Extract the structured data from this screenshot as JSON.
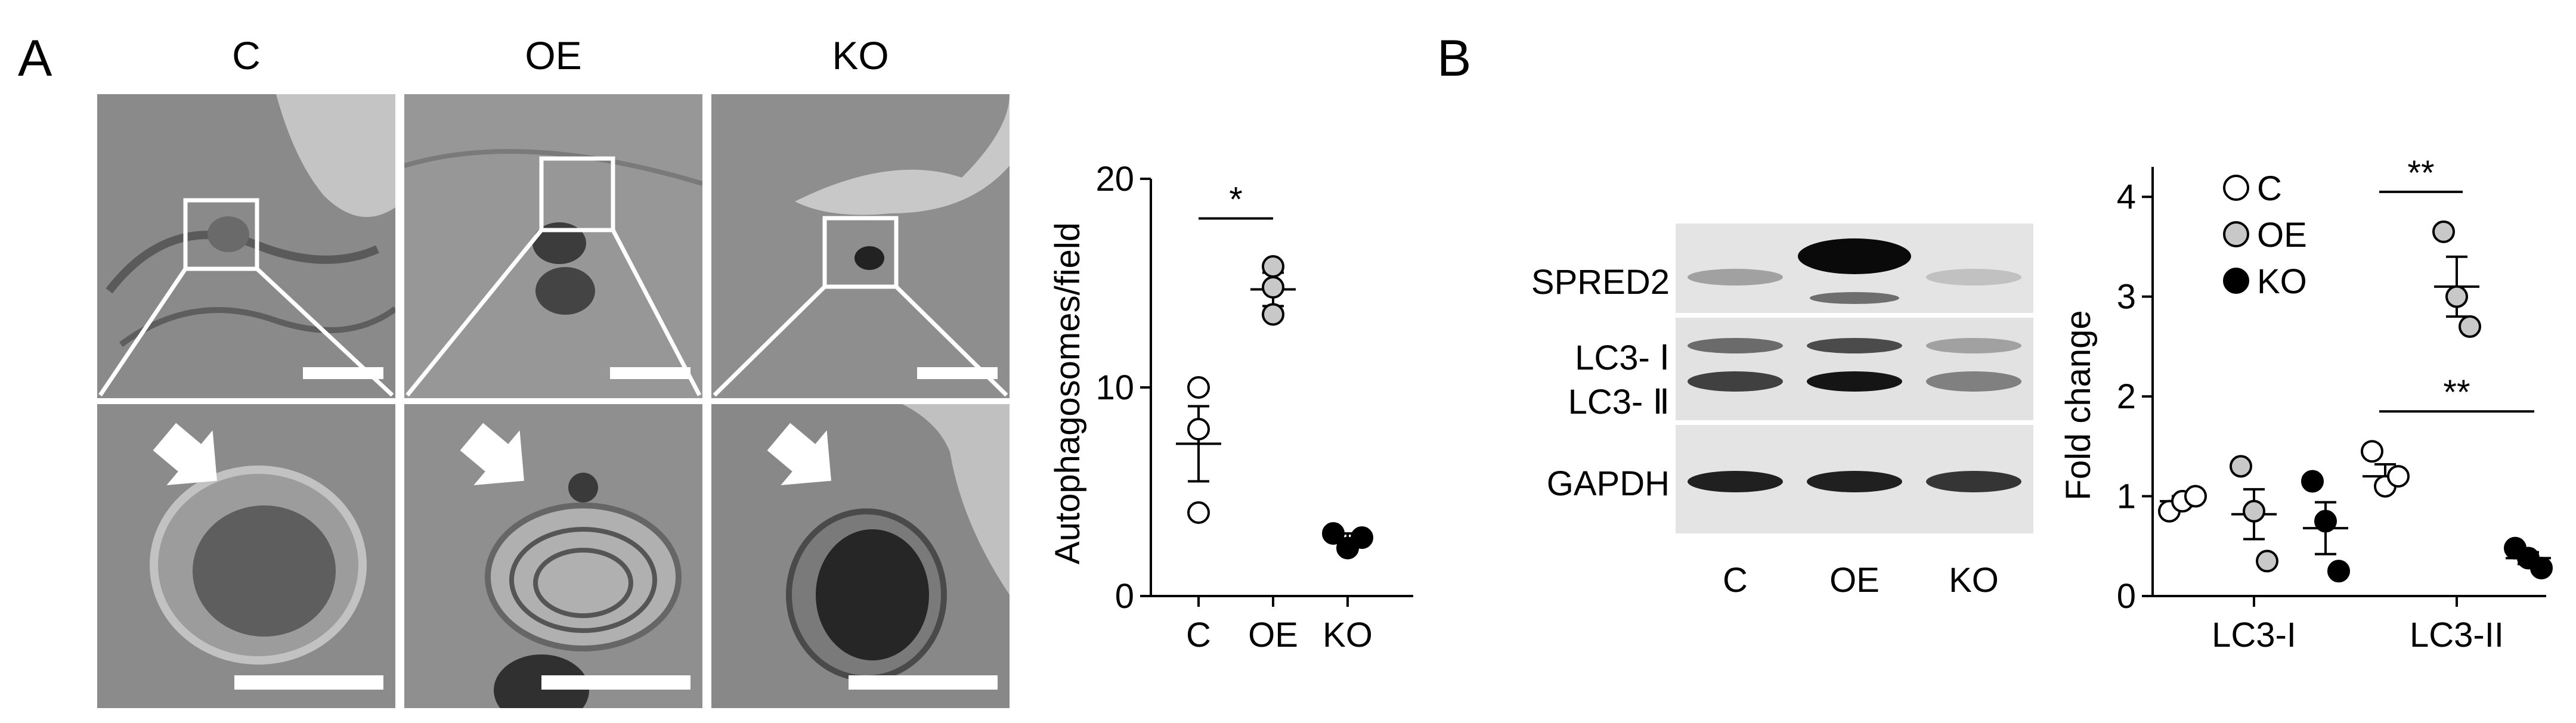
{
  "figure": {
    "panel_a_letter": "A",
    "panel_b_letter": "B",
    "columns": [
      "C",
      "OE",
      "KO"
    ]
  },
  "blot": {
    "bands": [
      {
        "label": "SPRED2",
        "intensities": [
          0.3,
          1.0,
          0.15
        ]
      },
      {
        "label": "LC3- Ⅰ",
        "intensities": [
          0.55,
          0.7,
          0.3
        ]
      },
      {
        "label": "LC3- Ⅱ",
        "intensities": [
          0.75,
          0.95,
          0.45
        ]
      },
      {
        "label": "GAPDH",
        "intensities": [
          0.9,
          0.9,
          0.8
        ]
      }
    ],
    "lanes": [
      "C",
      "OE",
      "KO"
    ]
  },
  "chart_data": [
    {
      "type": "scatter",
      "ylabel": "Autophagosomes/field",
      "categories": [
        "C",
        "OE",
        "KO"
      ],
      "ylim": [
        0,
        20
      ],
      "yticks": [
        0,
        10,
        20
      ],
      "series": [
        {
          "category": "C",
          "fill": "#ffffff",
          "points": [
            10,
            8,
            4
          ],
          "mean": 7.3,
          "sem": 1.8
        },
        {
          "category": "OE",
          "fill": "#c8c8c8",
          "points": [
            15.8,
            14.8,
            13.5
          ],
          "mean": 14.7,
          "sem": 0.8
        },
        {
          "category": "KO",
          "fill": "#000000",
          "points": [
            3,
            2.3,
            2.8
          ],
          "mean": 2.7,
          "sem": 0.3
        }
      ],
      "significance": [
        {
          "from": "C",
          "to": "OE",
          "label": "*",
          "y": 18.1
        }
      ]
    },
    {
      "type": "scatter",
      "ylabel": "Fold change",
      "categories": [
        "LC3-I",
        "LC3-II"
      ],
      "groups": [
        "C",
        "OE",
        "KO"
      ],
      "ylim": [
        0,
        4.3
      ],
      "yticks": [
        0,
        1,
        2,
        3,
        4
      ],
      "legend": [
        "C",
        "OE",
        "KO"
      ],
      "colors": {
        "C": "#ffffff",
        "OE": "#c8c8c8",
        "KO": "#000000"
      },
      "series": [
        {
          "category": "LC3-I",
          "group": "C",
          "points": [
            0.85,
            0.95,
            1.0
          ],
          "mean": 0.95,
          "sem": 0.05
        },
        {
          "category": "LC3-I",
          "group": "OE",
          "points": [
            1.3,
            0.85,
            0.35
          ],
          "mean": 0.82,
          "sem": 0.25
        },
        {
          "category": "LC3-I",
          "group": "KO",
          "points": [
            1.15,
            0.75,
            0.25
          ],
          "mean": 0.68,
          "sem": 0.26
        },
        {
          "category": "LC3-II",
          "group": "C",
          "points": [
            1.45,
            1.1,
            1.2
          ],
          "mean": 1.2,
          "sem": 0.12
        },
        {
          "category": "LC3-II",
          "group": "OE",
          "points": [
            3.65,
            3.0,
            2.7
          ],
          "mean": 3.1,
          "sem": 0.3
        },
        {
          "category": "LC3-II",
          "group": "KO",
          "points": [
            0.48,
            0.38,
            0.28
          ],
          "mean": 0.38,
          "sem": 0.06
        }
      ],
      "significance": [
        {
          "category": "LC3-II",
          "from": "C",
          "to": "OE",
          "label": "**",
          "y": 4.05
        },
        {
          "category": "LC3-II",
          "from": "C",
          "to": "KO",
          "label": "**",
          "y": 1.85
        }
      ]
    }
  ]
}
